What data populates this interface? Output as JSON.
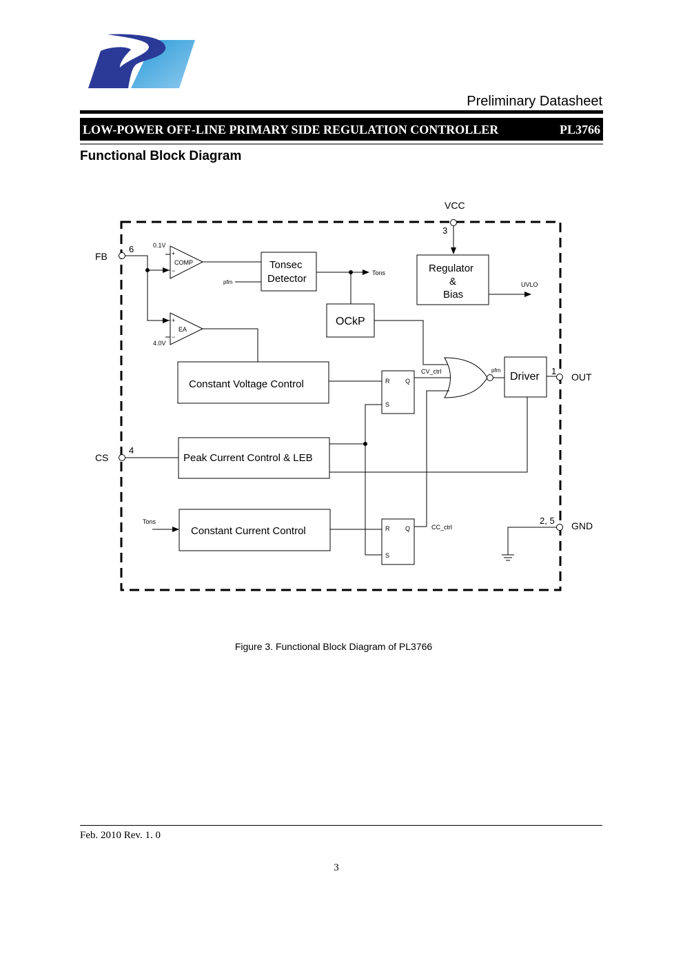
{
  "header": {
    "logo": "pi-company-logo",
    "doc_type": "Preliminary Datasheet",
    "title": "LOW-POWER OFF-LINE PRIMARY SIDE REGULATION CONTROLLER",
    "part_number": "PL3766",
    "colors": {
      "logo_dark_blue": "#2b3a97",
      "logo_light_blue": "#4aa6dc",
      "title_bar_bg": "#000000",
      "title_bar_text": "#ffffff"
    }
  },
  "section_title": "Functional Block Diagram",
  "diagram": {
    "pins": {
      "vcc": {
        "name": "VCC",
        "number": "3"
      },
      "fb": {
        "name": "FB",
        "number": "6"
      },
      "cs": {
        "name": "CS",
        "number": "4"
      },
      "out": {
        "name": "OUT",
        "number": "1"
      },
      "gnd": {
        "name": "GND",
        "number": "2, 5"
      }
    },
    "blocks": {
      "comp": {
        "label": "COMP",
        "ref": "0.1V",
        "plus": "+",
        "minus": "−"
      },
      "ea": {
        "label": "EA",
        "ref": "4.0V",
        "plus": "+",
        "minus": "−"
      },
      "tonsec_line1": "Tonsec",
      "tonsec_line2": "Detector",
      "regulator_line1": "Regulator",
      "regulator_line2": "&",
      "regulator_line3": "Bias",
      "ockp": "OCkP",
      "cv_control": "Constant Voltage Control",
      "peak_current": "Peak Current Control  & LEB",
      "cc_control": "Constant Current Control",
      "driver": "Driver",
      "ff_r": "R",
      "ff_q": "Q",
      "ff_s": "S"
    },
    "signals": {
      "pfm_in": "pfm",
      "tons_out": "Tons",
      "tons_in": "Tons",
      "uvlo": "UVLO",
      "cv_ctrl": "CV_ctrl",
      "cc_ctrl": "CC_ctrl",
      "pfm_out": "pfm"
    }
  },
  "caption": "Figure 3. Functional Block Diagram of PL3766",
  "footer": {
    "revision": "Feb. 2010  Rev. 1. 0",
    "page_number": "3"
  }
}
